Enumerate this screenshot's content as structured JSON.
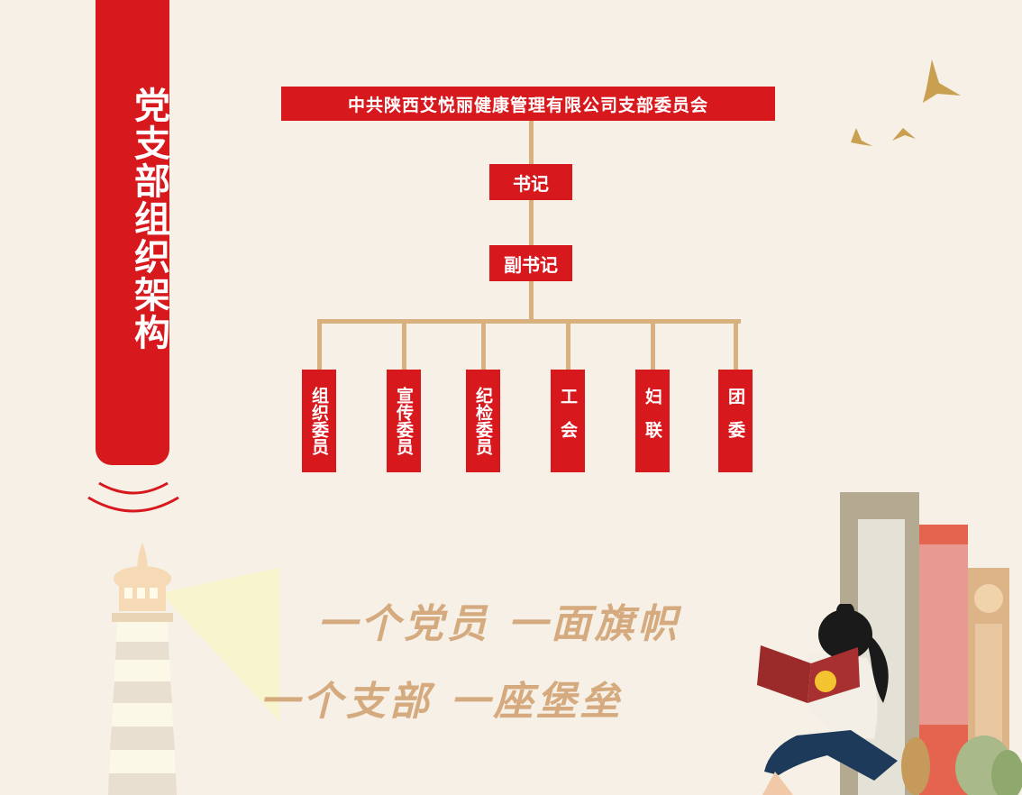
{
  "banner": {
    "title": "党支部组织架构"
  },
  "org_chart": {
    "top": "中共陕西艾悦丽健康管理有限公司支部委员会",
    "secretary": "书记",
    "deputy_secretary": "副书记",
    "members": [
      "组织委员",
      "宣传委员",
      "纪检委员",
      "工会",
      "妇联",
      "团委"
    ]
  },
  "slogan": {
    "line1": "一个党员 一面旗帜",
    "line2": "一个支部 一座堡垒"
  },
  "colors": {
    "red": "#d7191e",
    "gold_line": "#d9b17e",
    "background": "#f6f0e6",
    "slogan": "#d5aa7f"
  },
  "icons": [
    "birds-icon",
    "lighthouse-icon",
    "books-icon",
    "reading-girl-icon",
    "party-emblem-icon",
    "signal-waves-icon",
    "plant-icon"
  ]
}
